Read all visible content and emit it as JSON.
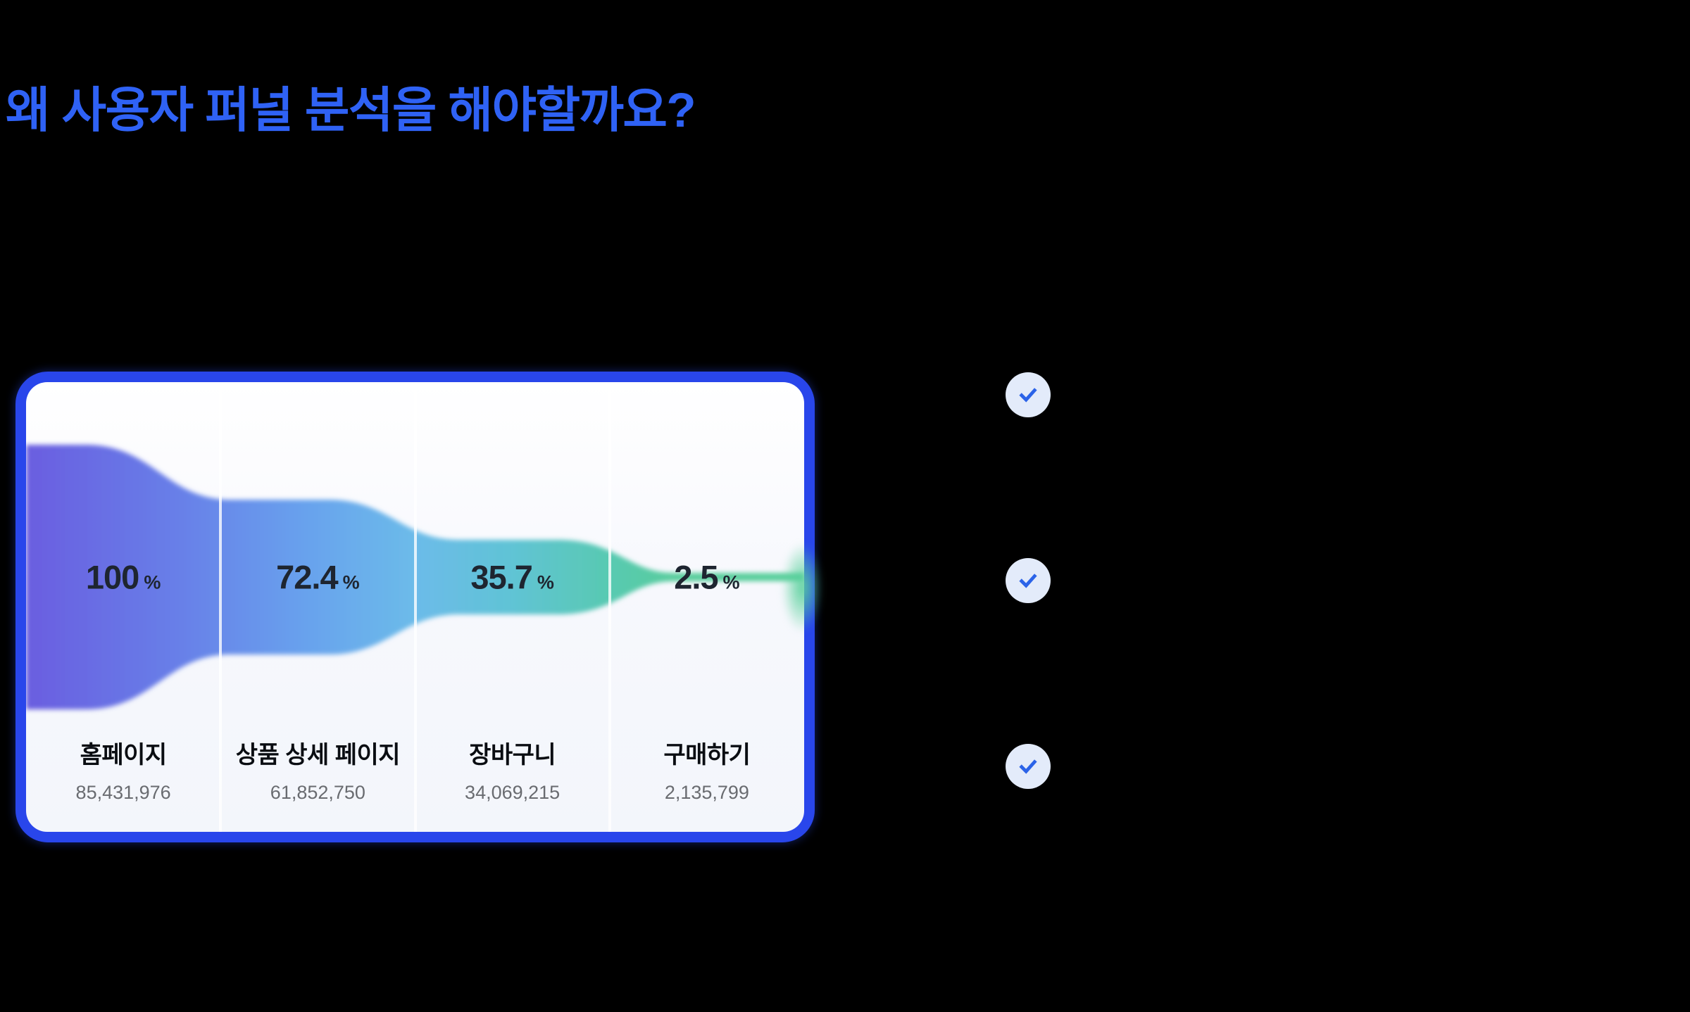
{
  "page": {
    "background_color": "#000000"
  },
  "header": {
    "title": "왜 사용자 퍼널 분석을 해야할까요?",
    "title_color": "#2F62F5"
  },
  "funnel_card": {
    "border_color": "#2946EB",
    "background_color": "#F7F8FD",
    "divider_color": "rgba(255,255,255,0.8)",
    "percent_unit": "%",
    "stages": [
      {
        "name": "홈페이지",
        "percent": "100",
        "count": "85,431,976",
        "color": "#6A5EE0"
      },
      {
        "name": "상품 상세 페이지",
        "percent": "72.4",
        "count": "61,852,750",
        "color": "#68A2ED"
      },
      {
        "name": "장바구니",
        "percent": "35.7",
        "count": "34,069,215",
        "color": "#60C3D6"
      },
      {
        "name": "구매하기",
        "percent": "2.5",
        "count": "2,135,799",
        "color": "#58CD9B"
      }
    ]
  },
  "checklist": {
    "circle_color": "#E3EBFA",
    "check_color": "#2B63E8",
    "items": [
      {
        "icon": "check"
      },
      {
        "icon": "check"
      },
      {
        "icon": "check"
      }
    ]
  },
  "chart_data": {
    "type": "funnel",
    "title": "왜 사용자 퍼널 분석을 해야할까요?",
    "categories": [
      "홈페이지",
      "상품 상세 페이지",
      "장바구니",
      "구매하기"
    ],
    "values": [
      85431976,
      61852750,
      34069215,
      2135799
    ],
    "percentages": [
      100,
      72.4,
      35.7,
      2.5
    ],
    "unit": "%",
    "colors": [
      "#6A5EE0",
      "#68A2ED",
      "#60C3D6",
      "#58CD9B"
    ],
    "legend": "none",
    "orientation": "horizontal-left-to-right"
  }
}
